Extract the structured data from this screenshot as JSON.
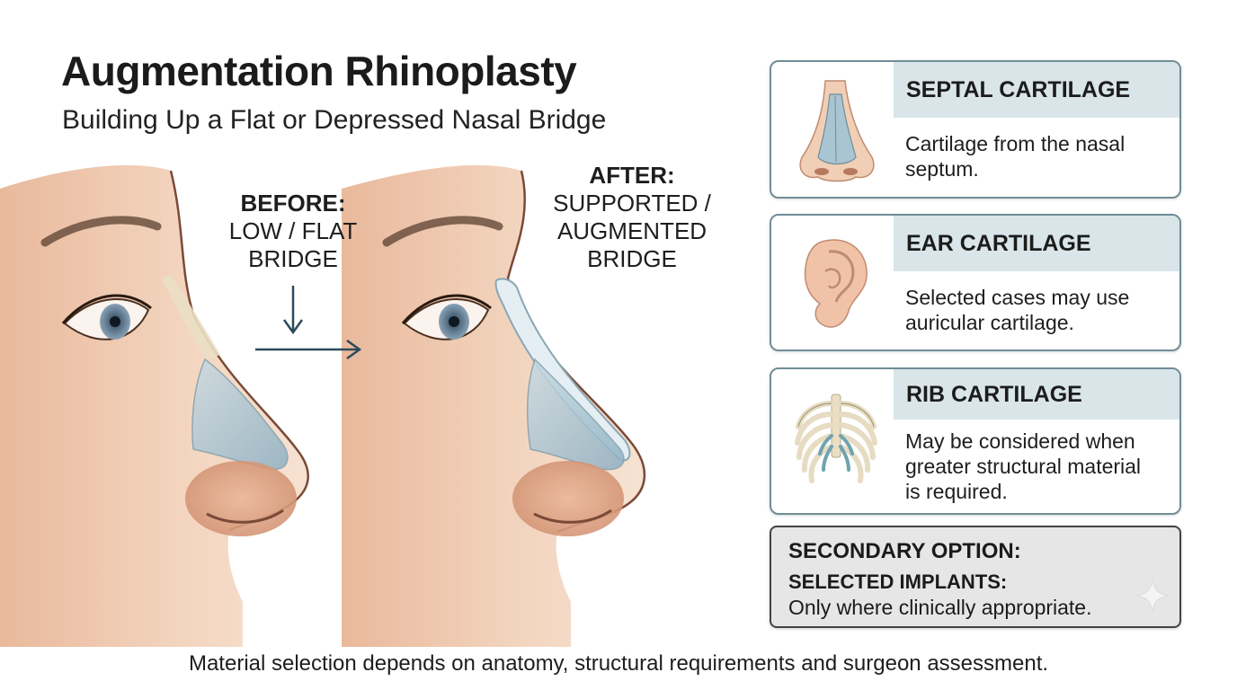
{
  "title": "Augmentation Rhinoplasty",
  "subtitle": "Building Up a Flat or Depressed Nasal Bridge",
  "before": {
    "heading": "BEFORE:",
    "line1": "LOW / FLAT",
    "line2": "BRIDGE"
  },
  "after": {
    "heading": "AFTER:",
    "line1": "SUPPORTED /",
    "line2": "AUGMENTED",
    "line3": "BRIDGE"
  },
  "cards": [
    {
      "title": "SEPTAL CARTILAGE",
      "desc1": "Cartilage from the nasal",
      "desc2": "septum.",
      "icon": "nose-icon"
    },
    {
      "title": "EAR CARTILAGE",
      "desc1": "Selected cases may use",
      "desc2": "auricular cartilage.",
      "icon": "ear-icon"
    },
    {
      "title": "RIB CARTILAGE",
      "desc1": "May be considered when",
      "desc2": "greater structural material",
      "desc3": "is required.",
      "icon": "ribcage-icon"
    }
  ],
  "secondary": {
    "line1": "SECONDARY OPTION:",
    "line2": "SELECTED IMPLANTS:",
    "line3": "Only where clinically appropriate."
  },
  "footer": "Material selection depends on anatomy, structural requirements and surgeon assessment.",
  "colors": {
    "skin": "#f0cfb6",
    "skin_shadow": "#d9a384",
    "cartilage": "#a9c4d2",
    "bone": "#eadfc4",
    "arrow": "#2c4a5a",
    "card_border": "#6f8e98",
    "card_band": "#d9e5e9"
  }
}
